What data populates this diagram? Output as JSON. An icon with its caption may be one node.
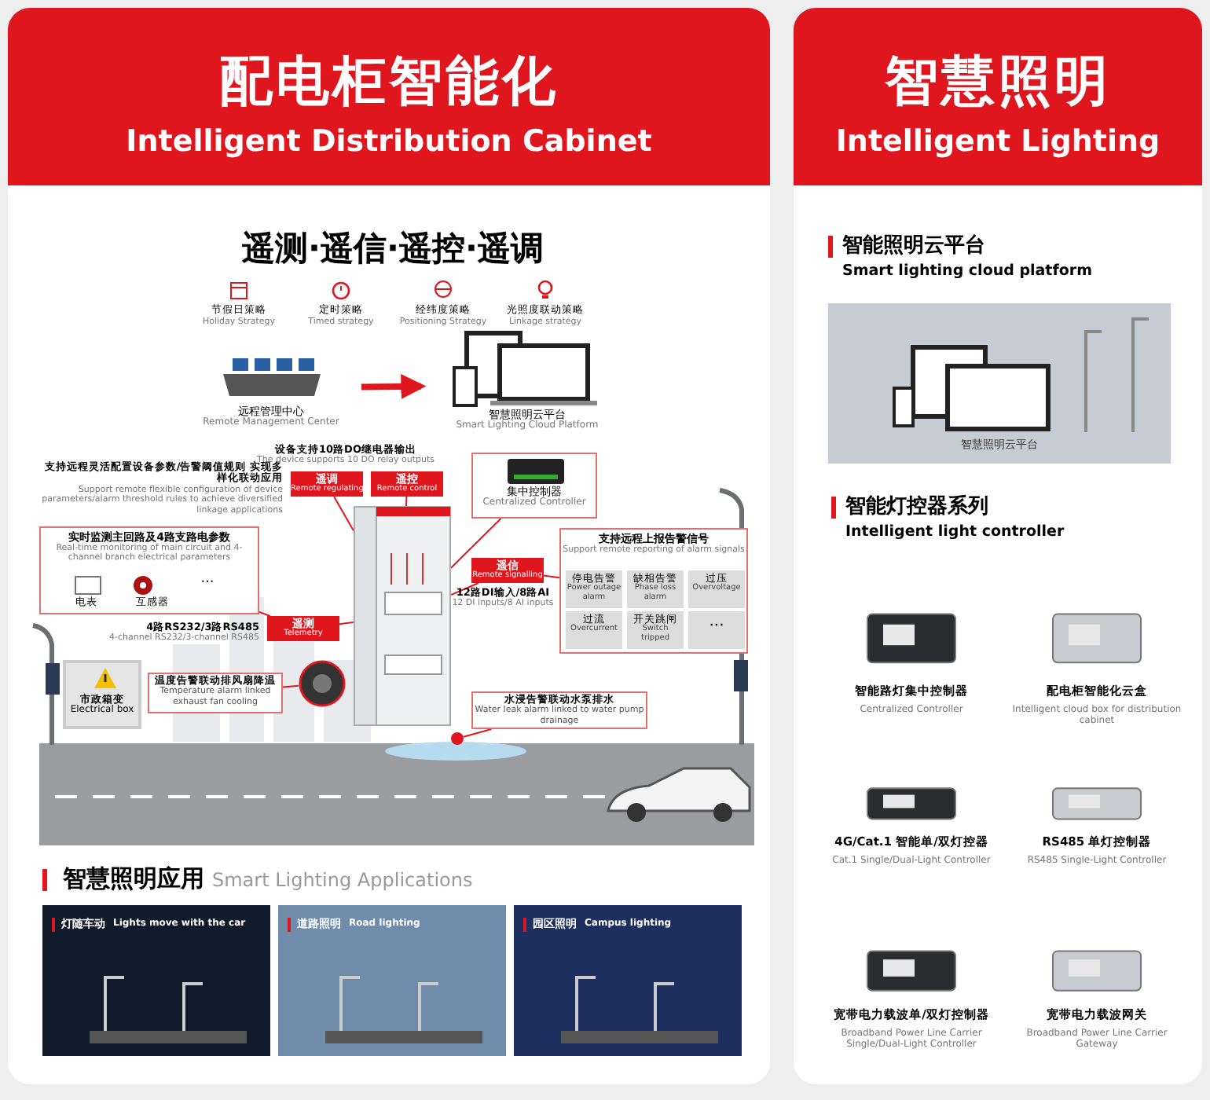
{
  "diagram": {
    "nodes": [
      {
        "text": [
          "配电柜智能化",
          "Intelligent Distribution Cabinet"
        ]
      },
      {
        "text": [
          "智慧照明",
          "Intelligent Lighting"
        ]
      },
      {
        "text": [
          "远程管理中心",
          "Remote Management Center"
        ]
      },
      {
        "text": [
          "智慧照明云平台",
          "Smart Lighting Cloud Platform"
        ]
      },
      {
        "text": [
          "遥调",
          "Remote regulating"
        ],
        "beside": [
          "支持远程灵活配置设备参数/告警阈值规则 实现多样化联动应用",
          "Support remote flexible configuration of device parameters/alarm threshold rules to achieve diversified linkage applications"
        ]
      },
      {
        "text": [
          "遥控",
          "Remote control"
        ]
      },
      {
        "text": [
          "集中控制器",
          "Centralized Controller"
        ]
      },
      {
        "text": [
          "实时监测主回路及4路支路电参数",
          "Real-time monitoring of main circuit and 4-channel branch electrical parameters",
          "电表",
          "互感器",
          "···"
        ]
      },
      {
        "text": [
          "遥测",
          "Telemetry"
        ],
        "beside": [
          "4路RS232/3路RS485",
          "4-channel RS232/3-channel RS485"
        ]
      },
      {
        "text": [
          "遥信",
          "Remote signalling"
        ],
        "beside": [
          "12路DI输入/8路AI",
          "12 DI inputs/8 AI inputs"
        ]
      },
      {
        "text": [
          "支持远程上报告警信号",
          "Support remote reporting of alarm signals"
        ]
      },
      {
        "text": [
          "停电告警",
          "Power outage alarm"
        ],
        "in": 10
      },
      {
        "text": [
          "缺相告警",
          "Phase loss alarm"
        ],
        "in": 10
      },
      {
        "text": [
          "过压",
          "Overvoltage"
        ],
        "in": 10
      },
      {
        "text": [
          "过流",
          "Overcurrent"
        ],
        "in": 10
      },
      {
        "text": [
          "开关跳闸",
          "Switch tripped"
        ],
        "in": 10
      },
      {
        "text": [
          "···"
        ],
        "in": 10
      },
      {
        "text": [
          "温度告警联动排风扇降温",
          "Temperature alarm linked exhaust fan cooling"
        ]
      },
      {
        "text": [
          "水浸告警联动水泵排水",
          "Water leak alarm linked to water pump drainage"
        ]
      },
      {
        "text": [
          "市政箱变",
          "Electrical box"
        ]
      },
      {
        "text": [],
        "shape": "picture"
      },
      {
        "text": [],
        "shape": "circle"
      },
      {
        "text": [],
        "shape": "circle"
      },
      {
        "text": [
          "灯随车动",
          "Lights move with the car"
        ]
      },
      {
        "text": [
          "道路照明",
          "Road lighting"
        ]
      },
      {
        "text": [
          "园区照明",
          "Campus lighting"
        ]
      },
      {
        "text": [
          "智慧照明云平台"
        ]
      },
      {
        "text": [
          "智能路灯集中控制器",
          "Centralized Controller"
        ]
      },
      {
        "text": [
          "配电柜智能化云盒",
          "Intelligent cloud box for distribution cabinet"
        ]
      },
      {
        "text": [
          "4G/Cat.1 智能单/双灯控器",
          "Cat.1 Single/Dual-Light Controller"
        ]
      },
      {
        "text": [
          "RS485 单灯控制器",
          "RS485 Single-Light Controller"
        ]
      },
      {
        "text": [
          "宽带电力载波单/双灯控制器",
          "Broadband Power Line Carrier Single/Dual-Light Controller"
        ]
      },
      {
        "text": [
          "宽带电力载波网关",
          "Broadband Power Line Carrier Gateway"
        ]
      }
    ],
    "edges": [
      {
        "from": 2,
        "to": 3,
        "arrow": "to",
        "style": "thick"
      },
      {
        "from": 4,
        "to": 20,
        "arrow": "none"
      },
      {
        "from": 5,
        "to": 20,
        "arrow": "none"
      },
      {
        "from": 6,
        "to": 20,
        "arrow": "none"
      },
      {
        "from": 7,
        "to": 8,
        "arrow": "none"
      },
      {
        "from": 8,
        "to": 20,
        "arrow": "none"
      },
      {
        "from": 9,
        "to": 20,
        "arrow": "none"
      },
      {
        "from": 9,
        "to": 10,
        "arrow": "none"
      },
      {
        "from": 17,
        "to": 21,
        "arrow": "none"
      },
      {
        "from": 18,
        "to": 22,
        "arrow": "none"
      }
    ],
    "labels": [
      "遥测·遥信·遥控·遥调",
      "节假日策略",
      "Holiday Strategy",
      "定时策略",
      "Timed strategy",
      "经纬度策略",
      "Positioning Strategy",
      "光照度联动策略",
      "Linkage strategy",
      "设备支持10路DO继电器输出",
      "The device supports 10 DO relay outputs",
      "智慧照明应用",
      "Smart Lighting Applications",
      "智能照明云平台",
      "Smart lighting cloud platform",
      "智能灯控器系列",
      "Intelligent light controller"
    ]
  }
}
